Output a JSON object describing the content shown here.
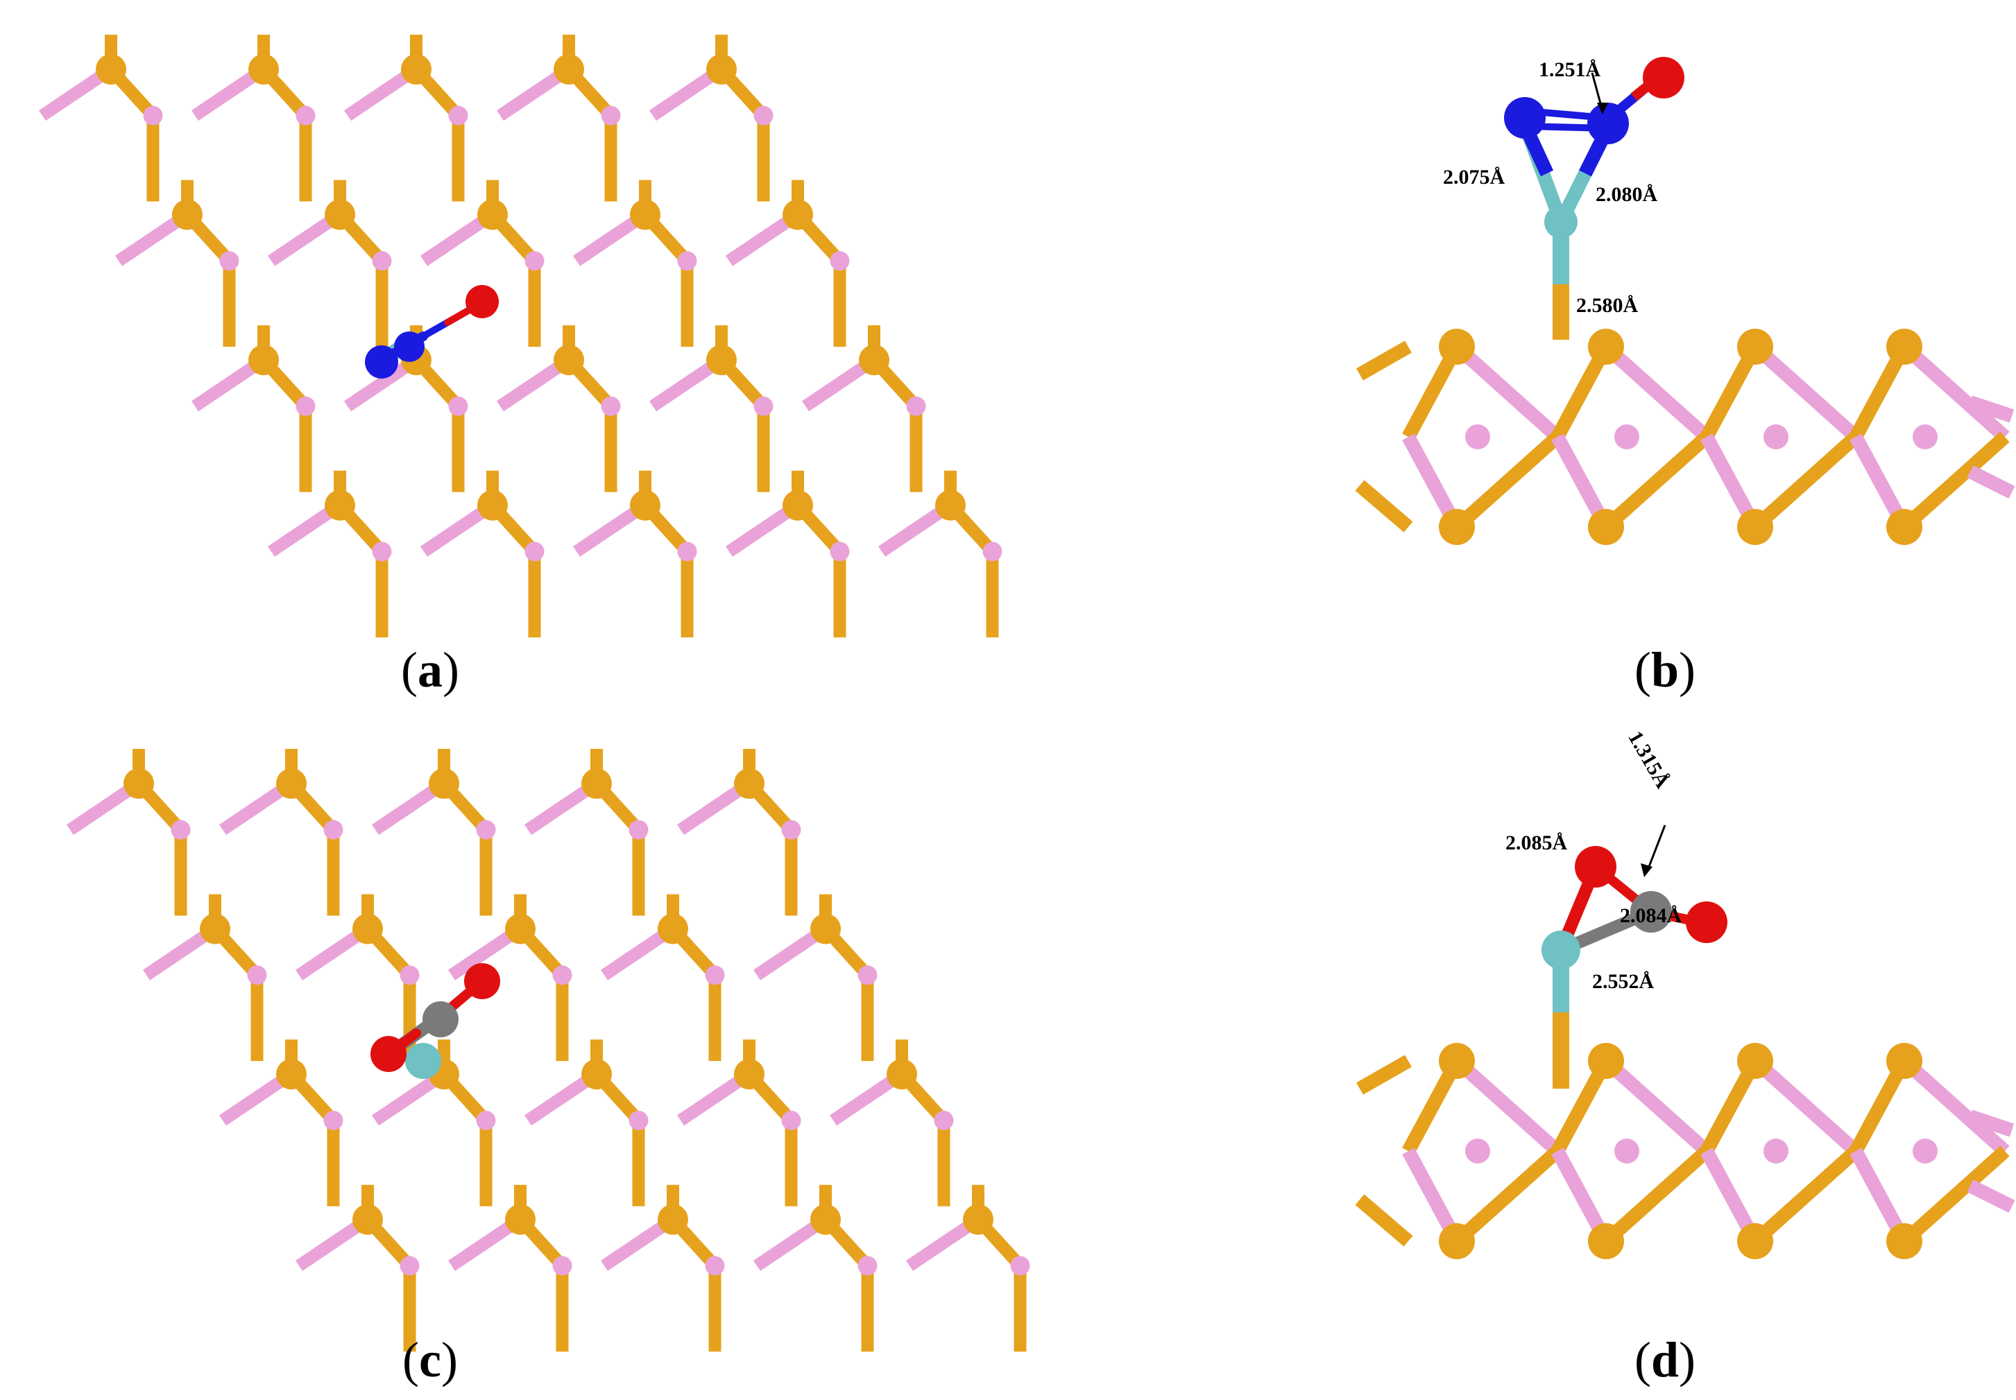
{
  "colors": {
    "S_atom": "#e6a21c",
    "S_bond": "#e6a21c",
    "Mo_atom": "#e9a3d9",
    "Mo_bond": "#e9a3d9",
    "dopant": "#6fc1c3",
    "N": "#1b1be0",
    "O": "#e01010",
    "C": "#7a7a7a"
  },
  "panels": [
    {
      "id": "a",
      "view": "top",
      "caption_open": "(",
      "caption_letter": "a",
      "caption_close": ")",
      "molecule": "N2O",
      "distances": []
    },
    {
      "id": "b",
      "view": "side",
      "caption_open": "(",
      "caption_letter": "b",
      "caption_close": ")",
      "molecule": "N2O",
      "distances": [
        "1.251Å",
        "2.075Å",
        "2.080Å",
        "2.580Å"
      ]
    },
    {
      "id": "c",
      "view": "top",
      "caption_open": "(",
      "caption_letter": "c",
      "caption_close": ")",
      "molecule": "CO2",
      "distances": []
    },
    {
      "id": "d",
      "view": "side",
      "caption_open": "(",
      "caption_letter": "d",
      "caption_close": ")",
      "molecule": "CO2",
      "distances": [
        "1.315Å",
        "2.085Å",
        "2.084Å",
        "2.552Å"
      ]
    }
  ]
}
